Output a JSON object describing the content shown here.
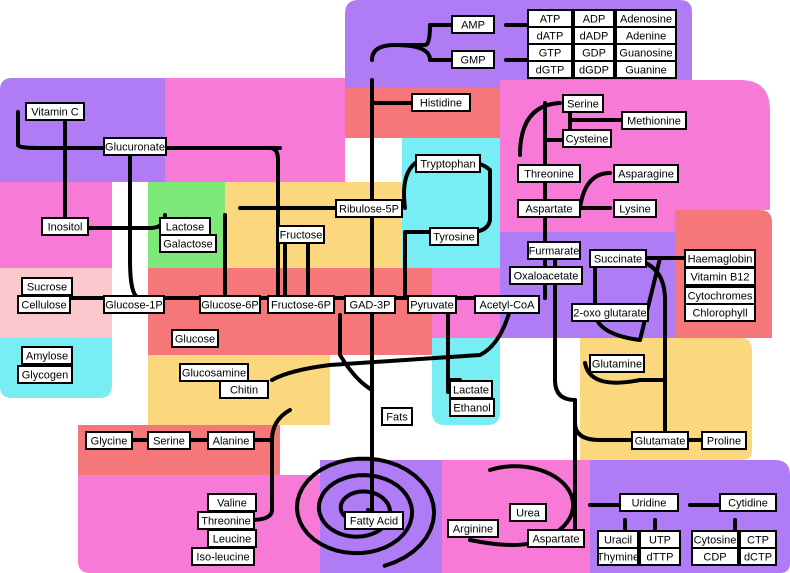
{
  "colors": {
    "purple": "#b07cf5",
    "pink": "#f77ad6",
    "salmon": "#f5777a",
    "yellow": "#fbd77e",
    "cyan": "#78eef4",
    "green": "#7ee87a",
    "lightpink": "#fbc9cd"
  },
  "nodes": {
    "amp": "AMP",
    "gmp": "GMP",
    "atp": "ATP",
    "adp": "ADP",
    "adenosine": "Adenosine",
    "datp": "dATP",
    "dadp": "dADP",
    "adenine": "Adenine",
    "gtp": "GTP",
    "gdp": "GDP",
    "guanosine": "Guanosine",
    "dgtp": "dGTP",
    "dgdp": "dGDP",
    "guanine": "Guanine",
    "vitamin_c": "Vitamin C",
    "glucuronate": "Glucuronate",
    "histidine": "Histidine",
    "serine_top": "Serine",
    "methionine": "Methionine",
    "cysteine": "Cysteine",
    "tryptophan": "Tryptophan",
    "threonine_top": "Threonine",
    "asparagine": "Asparagine",
    "aspartate_top": "Aspartate",
    "lysine": "Lysine",
    "inositol": "Inositol",
    "lactose": "Lactose",
    "galactose": "Galactose",
    "ribulose5p": "Ribulose-5P",
    "fructose": "Fructose",
    "tyrosine": "Tyrosine",
    "furmarate": "Furmarate",
    "succinate": "Succinate",
    "oxaloacetate": "Oxaloacetate",
    "haemaglobin": "Haemaglobin",
    "vitamin_b12": "Vitamin B12",
    "cytochromes": "Cytochromes",
    "chlorophyll": "Chlorophyll",
    "sucrose": "Sucrose",
    "cellulose": "Cellulose",
    "glucose1p": "Glucose-1P",
    "glucose6p": "Glucose-6P",
    "fructose6p": "Fructose-6P",
    "gad3p": "GAD-3P",
    "pyruvate": "Pyruvate",
    "acetylcoa": "Acetyl-CoA",
    "oxoglutarate": "2-oxo glutarate",
    "glucose": "Glucose",
    "amylose": "Amylose",
    "glycogen": "Glycogen",
    "glutamine": "Glutamine",
    "glucosamine": "Glucosamine",
    "chitin": "Chitin",
    "lactate": "Lactate",
    "ethanol": "Ethanol",
    "fats": "Fats",
    "glycine": "Glycine",
    "serine_bottom": "Serine",
    "alanine": "Alanine",
    "glutamate": "Glutamate",
    "proline": "Proline",
    "valine": "Valine",
    "threonine_bottom": "Threonine",
    "leucine": "Leucine",
    "isoleucine": "Iso-leucine",
    "fatty_acid": "Fatty Acid",
    "urea": "Urea",
    "arginine": "Arginine",
    "aspartate_bottom": "Aspartate",
    "uridine": "Uridine",
    "cytidine": "Cytidine",
    "uracil": "Uracil",
    "utp": "UTP",
    "thymine": "Thymine",
    "dttp": "dTTP",
    "cytosine": "Cytosine",
    "ctp": "CTP",
    "cdp": "CDP",
    "dctp": "dCTP"
  }
}
